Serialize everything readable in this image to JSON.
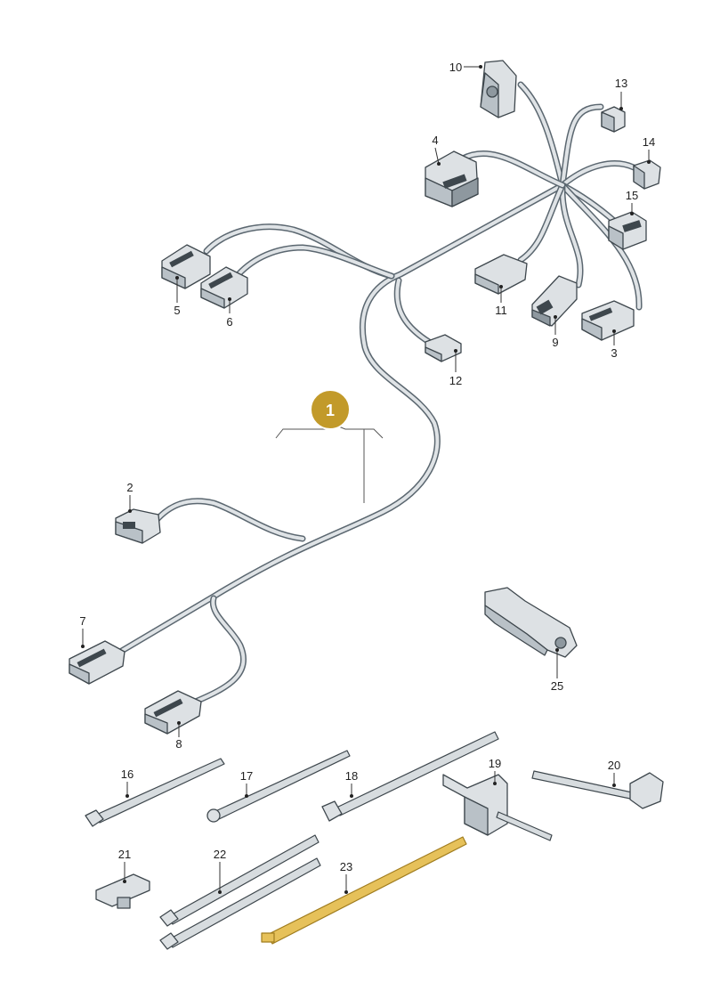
{
  "main_badge": "1",
  "labels": {
    "p2": "2",
    "p3": "3",
    "p4": "4",
    "p5": "5",
    "p6": "6",
    "p7": "7",
    "p8": "8",
    "p9": "9",
    "p10": "10",
    "p11": "11",
    "p12": "12",
    "p13": "13",
    "p14": "14",
    "p15": "15",
    "p16": "16",
    "p17": "17",
    "p18": "18",
    "p19": "19",
    "p20": "20",
    "p21": "21",
    "p22": "22",
    "p23": "23",
    "p25": "25"
  },
  "colors": {
    "badge": "#c29a2a",
    "highlight_tie": "#e6c15a",
    "wire": "#5b6770",
    "part": "#b9c1c7"
  }
}
